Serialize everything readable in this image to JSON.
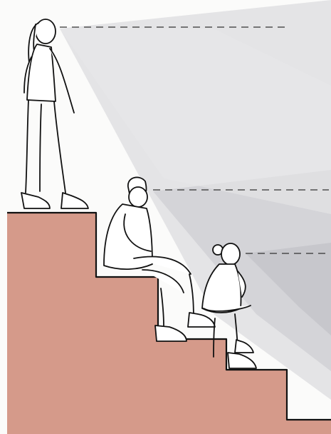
{
  "colors": {
    "background": "#fbfbfa",
    "stairs_fill": "#d59a8a",
    "stairs_outline": "#111111",
    "sightline_cone": "#d9d9dc",
    "sightline_cone_mid": "#cfcfd4",
    "sightline_cone_low": "#c6c6cc",
    "sketch_ink": "#111111",
    "dash_line": "#333333"
  },
  "figures": [
    {
      "id": "standing-person",
      "pose": "standing",
      "position": "top-landing"
    },
    {
      "id": "seated-person-beanie",
      "pose": "seated",
      "position": "second-step"
    },
    {
      "id": "seated-person-bun",
      "pose": "seated",
      "position": "third-step"
    }
  ],
  "sightlines": [
    {
      "from": "standing-person",
      "style": "dashed"
    },
    {
      "from": "seated-person-beanie",
      "style": "dashed"
    },
    {
      "from": "seated-person-bun",
      "style": "dashed"
    }
  ],
  "icons": [
    "standing-person-icon",
    "seated-person-icon",
    "seated-person-icon"
  ]
}
